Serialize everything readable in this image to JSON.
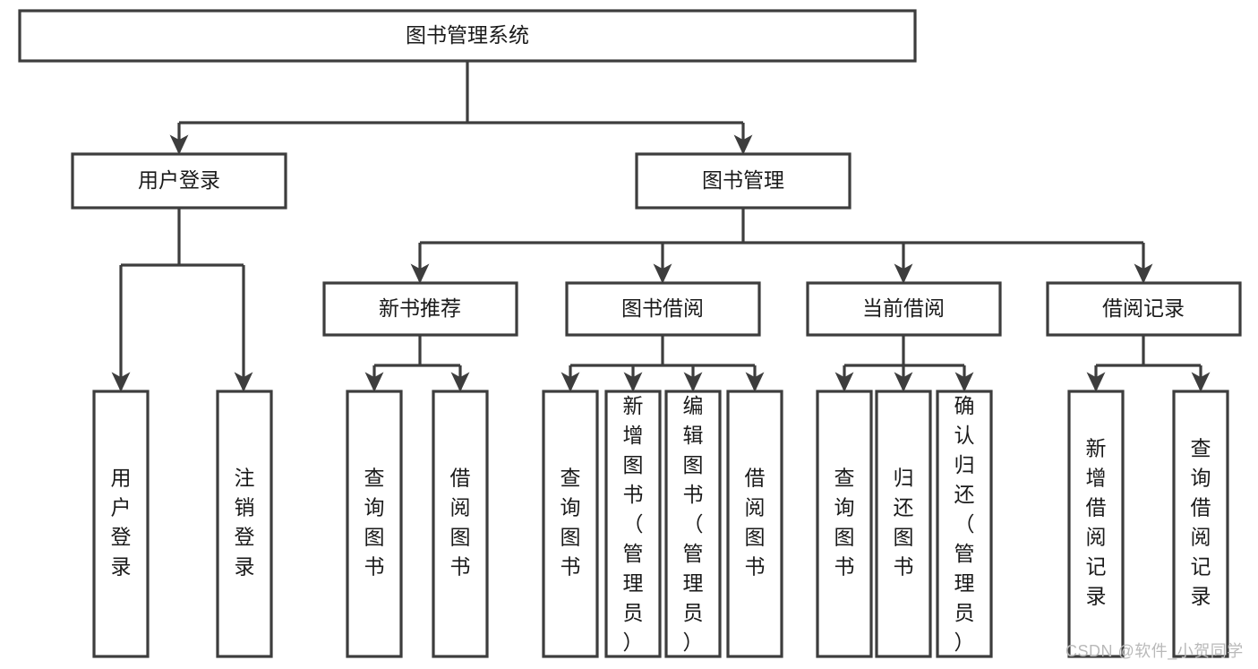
{
  "diagram": {
    "title": "图书管理系统",
    "type": "tree-hierarchy",
    "watermark": "CSDN @软件_小贺同学",
    "colors": {
      "stroke": "#3d3d3d",
      "fill": "#ffffff",
      "text": "#1a1a1a",
      "watermark": "#b9b9b9"
    },
    "nodes": {
      "root": {
        "label": "图书管理系统",
        "orientation": "horizontal"
      },
      "l1": [
        {
          "id": "user-login",
          "label": "用户登录",
          "orientation": "horizontal"
        },
        {
          "id": "book-management",
          "label": "图书管理",
          "orientation": "horizontal"
        }
      ],
      "l2": [
        {
          "id": "new-book-recommend",
          "label": "新书推荐",
          "orientation": "horizontal"
        },
        {
          "id": "book-borrow",
          "label": "图书借阅",
          "orientation": "horizontal"
        },
        {
          "id": "current-borrow",
          "label": "当前借阅",
          "orientation": "horizontal"
        },
        {
          "id": "borrow-record",
          "label": "借阅记录",
          "orientation": "horizontal"
        }
      ],
      "leaves": [
        {
          "id": "leaf-user-login",
          "label": "用户登录",
          "orientation": "vertical",
          "parent": "user-login"
        },
        {
          "id": "leaf-logout-login",
          "label": "注销登录",
          "orientation": "vertical",
          "parent": "user-login"
        },
        {
          "id": "leaf-query-book-1",
          "label": "查询图书",
          "orientation": "vertical",
          "parent": "new-book-recommend"
        },
        {
          "id": "leaf-borrow-book-1",
          "label": "借阅图书",
          "orientation": "vertical",
          "parent": "new-book-recommend"
        },
        {
          "id": "leaf-query-book-2",
          "label": "查询图书",
          "orientation": "vertical",
          "parent": "book-borrow"
        },
        {
          "id": "leaf-add-book",
          "label": "新增图书（管理员）",
          "orientation": "vertical",
          "parent": "book-borrow"
        },
        {
          "id": "leaf-edit-book",
          "label": "编辑图书（管理员）",
          "orientation": "vertical",
          "parent": "book-borrow"
        },
        {
          "id": "leaf-borrow-book-2",
          "label": "借阅图书",
          "orientation": "vertical",
          "parent": "book-borrow"
        },
        {
          "id": "leaf-query-book-3",
          "label": "查询图书",
          "orientation": "vertical",
          "parent": "current-borrow"
        },
        {
          "id": "leaf-return-book",
          "label": "归还图书",
          "orientation": "vertical",
          "parent": "current-borrow"
        },
        {
          "id": "leaf-confirm-return",
          "label": "确认归还（管理员）",
          "orientation": "vertical",
          "parent": "current-borrow"
        },
        {
          "id": "leaf-add-record",
          "label": "新增借阅记录",
          "orientation": "vertical",
          "parent": "borrow-record"
        },
        {
          "id": "leaf-query-record",
          "label": "查询借阅记录",
          "orientation": "vertical",
          "parent": "borrow-record"
        }
      ]
    }
  }
}
